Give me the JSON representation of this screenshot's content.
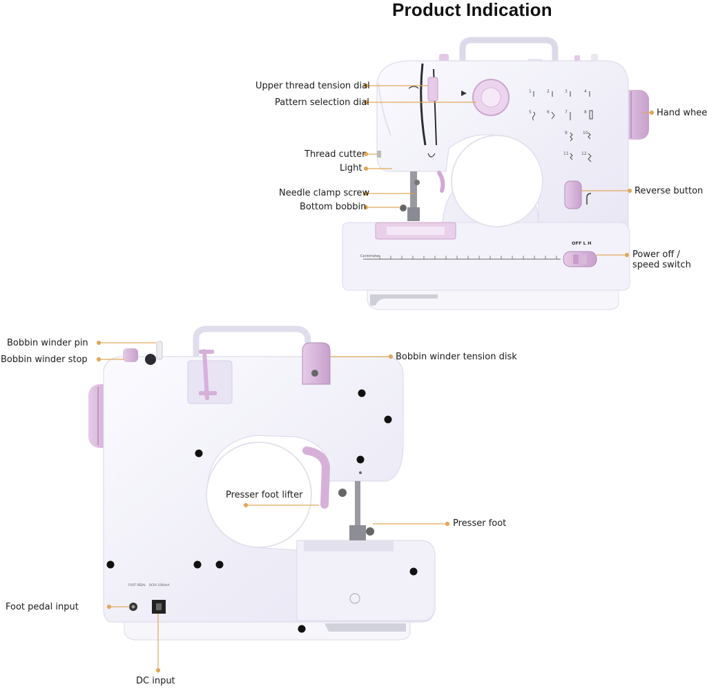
{
  "title": "Product Indication",
  "colors": {
    "body": "#f4f3fb",
    "body_shadow": "#e3e1f0",
    "accent": "#d9b6dc",
    "accent_dark": "#b98fbf",
    "leader": "#e0a85a",
    "metal": "#8a8a8a"
  },
  "front": {
    "labels": {
      "upper_thread_tension_dial": "Upper thread tension dial",
      "pattern_selection_dial": "Pattern selection dial",
      "thread_cutter": "Thread cutter",
      "light": "Light",
      "needle_clamp_screw": "Needle clamp screw",
      "bottom_bobbin": "Bottom bobbin",
      "hand_wheel": "Hand wheel",
      "reverse_button": "Reverse button",
      "power_off_line1": "Power off /",
      "power_off_line2": "speed switch"
    },
    "switch_text": "OFF  L  H",
    "ruler_text": "Centimeter",
    "stitch_numbers": [
      "1",
      "2",
      "3",
      "4",
      "5",
      "6",
      "7",
      "8",
      "9",
      "10",
      "11",
      "12"
    ]
  },
  "back": {
    "labels": {
      "bobbin_winder_pin": "Bobbin winder pin",
      "bobbin_winder_stop": "Bobbin winder stop",
      "bobbin_winder_tension_disk": "Bobbin winder tension disk",
      "presser_foot_lifter": "Presser foot lifter",
      "presser_foot": "Presser foot",
      "foot_pedal_input": "Foot pedal input",
      "dc_input": "DC input"
    },
    "port_text_left": "FOOT PEDAL",
    "port_text_right": "DC6V 1000mA"
  }
}
